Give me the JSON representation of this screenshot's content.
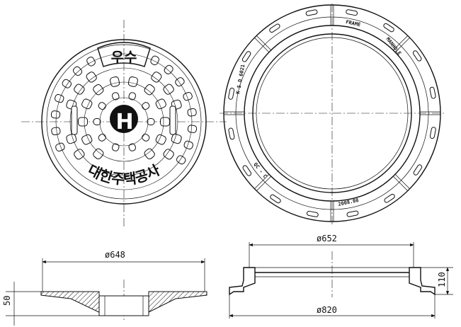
{
  "cover": {
    "top_text": "우수",
    "bottom_text": "대한주택공사",
    "logo_letter": "H"
  },
  "frame": {
    "label_frame": "FRAME",
    "label_manhole": "MANHOLE",
    "label_ks": "K S D 6021",
    "label_qc": "QC - C",
    "label_date": "2008.08"
  },
  "dimensions": {
    "cover_diameter": "ø648",
    "cover_height": "50",
    "frame_inner_diameter": "ø652",
    "frame_outer_diameter": "ø820",
    "frame_height": "110"
  }
}
